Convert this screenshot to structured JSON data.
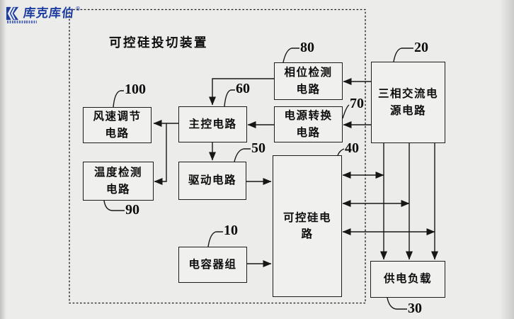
{
  "logo": {
    "brand": "库克库伯",
    "registered_mark": "®"
  },
  "diagram": {
    "title": "可控硅投切装置",
    "blocks": {
      "phase_detection": {
        "label": "相位检测\n电路",
        "ref": "80"
      },
      "three_phase_source": {
        "label": "三相交流电\n源电路",
        "ref": "20"
      },
      "wind_speed": {
        "label": "风速调节\n电路",
        "ref": "100"
      },
      "main_control": {
        "label": "主控电路",
        "ref": "60"
      },
      "power_conversion": {
        "label": "电源转换\n电路",
        "ref": "70"
      },
      "temperature": {
        "label": "温度检测\n电路",
        "ref": "90"
      },
      "drive": {
        "label": "驱动电路",
        "ref": "50"
      },
      "thyristor": {
        "label": "可控硅电\n路",
        "ref": "40"
      },
      "capacitor_bank": {
        "label": "电容器组",
        "ref": "10"
      },
      "supply_load": {
        "label": "供电负载",
        "ref": "30"
      }
    },
    "colors": {
      "line": "#161616",
      "brand_blue": "#1d3ca0",
      "background": "#ececeb"
    }
  }
}
